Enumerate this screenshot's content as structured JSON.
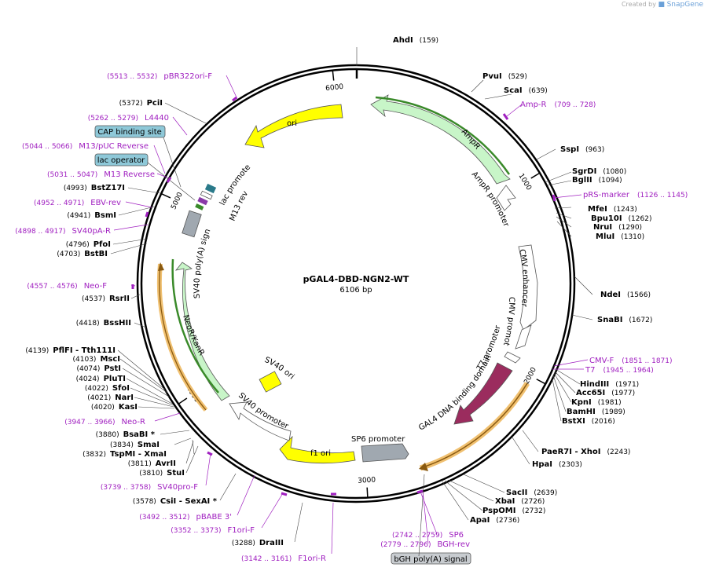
{
  "watermark": {
    "prefix": "Created by",
    "brand": "SnapGene"
  },
  "plasmid": {
    "name": "pGAL4-DBD-NGN2-WT",
    "size_label": "6106 bp",
    "length": 6106
  },
  "ticks": [
    {
      "label": "1000",
      "pos": 1000
    },
    {
      "label": "2000",
      "pos": 2000
    },
    {
      "label": "3000",
      "pos": 3000
    },
    {
      "label": "4000",
      "pos": 4000
    },
    {
      "label": "5000",
      "pos": 5000
    },
    {
      "label": "6000",
      "pos": 6000
    }
  ],
  "enzymes": [
    {
      "name": "AhdI",
      "pos": "(159)"
    },
    {
      "name": "PvuI",
      "pos": "(529)"
    },
    {
      "name": "ScaI",
      "pos": "(639)"
    },
    {
      "name": "SspI",
      "pos": "(963)"
    },
    {
      "name": "SgrDI",
      "pos": "(1080)"
    },
    {
      "name": "BglII",
      "pos": "(1094)"
    },
    {
      "name": "MfeI",
      "pos": "(1243)"
    },
    {
      "name": "Bpu10I",
      "pos": "(1262)"
    },
    {
      "name": "NruI",
      "pos": "(1290)"
    },
    {
      "name": "MluI",
      "pos": "(1310)"
    },
    {
      "name": "NdeI",
      "pos": "(1566)"
    },
    {
      "name": "SnaBI",
      "pos": "(1672)"
    },
    {
      "name": "HindIII",
      "pos": "(1971)"
    },
    {
      "name": "Acc65I",
      "pos": "(1977)"
    },
    {
      "name": "KpnI",
      "pos": "(1981)"
    },
    {
      "name": "BamHI",
      "pos": "(1989)"
    },
    {
      "name": "BstXI",
      "pos": "(2016)"
    },
    {
      "name": "PaeR7I - XhoI",
      "pos": "(2243)"
    },
    {
      "name": "HpaI",
      "pos": "(2303)"
    },
    {
      "name": "SacII",
      "pos": "(2639)"
    },
    {
      "name": "XbaI",
      "pos": "(2726)"
    },
    {
      "name": "PspOMI",
      "pos": "(2732)"
    },
    {
      "name": "ApaI",
      "pos": "(2736)"
    },
    {
      "name": "DraIII",
      "pos": "(3288)"
    },
    {
      "name": "CsiI - SexAI *",
      "pos": "(3578)"
    },
    {
      "name": "StuI",
      "pos": "(3810)"
    },
    {
      "name": "AvrII",
      "pos": "(3811)"
    },
    {
      "name": "TspMI - XmaI",
      "pos": "(3832)"
    },
    {
      "name": "SmaI",
      "pos": "(3834)"
    },
    {
      "name": "BsaBI *",
      "pos": "(3880)"
    },
    {
      "name": "KasI",
      "pos": "(4020)"
    },
    {
      "name": "NarI",
      "pos": "(4021)"
    },
    {
      "name": "SfoI",
      "pos": "(4022)"
    },
    {
      "name": "PluTI",
      "pos": "(4024)"
    },
    {
      "name": "PstI",
      "pos": "(4074)"
    },
    {
      "name": "MscI",
      "pos": "(4103)"
    },
    {
      "name": "PflFI - Tth111I",
      "pos": "(4139)"
    },
    {
      "name": "BssHII",
      "pos": "(4418)"
    },
    {
      "name": "RsrII",
      "pos": "(4537)"
    },
    {
      "name": "BstBI",
      "pos": "(4703)"
    },
    {
      "name": "PfoI",
      "pos": "(4796)"
    },
    {
      "name": "BsmI",
      "pos": "(4941)"
    },
    {
      "name": "BstZ17I",
      "pos": "(4993)"
    },
    {
      "name": "PciI",
      "pos": "(5372)"
    }
  ],
  "primers": [
    {
      "name": "Amp-R",
      "range": "(709 .. 728)"
    },
    {
      "name": "pRS-marker",
      "range": "(1126 .. 1145)"
    },
    {
      "name": "CMV-F",
      "range": "(1851 .. 1871)"
    },
    {
      "name": "T7",
      "range": "(1945 .. 1964)"
    },
    {
      "name": "SP6",
      "range": "(2742 .. 2759)"
    },
    {
      "name": "BGH-rev",
      "range": "(2779 .. 2796)"
    },
    {
      "name": "F1ori-R",
      "range": "(3142 .. 3161)"
    },
    {
      "name": "F1ori-F",
      "range": "(3352 .. 3373)"
    },
    {
      "name": "pBABE 3'",
      "range": "(3492 .. 3512)"
    },
    {
      "name": "SV40pro-F",
      "range": "(3739 .. 3758)"
    },
    {
      "name": "Neo-R",
      "range": "(3947 .. 3966)"
    },
    {
      "name": "Neo-F",
      "range": "(4557 .. 4576)"
    },
    {
      "name": "SV40pA-R",
      "range": "(4898 .. 4917)"
    },
    {
      "name": "EBV-rev",
      "range": "(4952 .. 4971)"
    },
    {
      "name": "M13 Reverse",
      "range": "(5031 .. 5047)"
    },
    {
      "name": "M13/pUC Reverse",
      "range": "(5044 .. 5066)"
    },
    {
      "name": "L4440",
      "range": "(5262 .. 5279)"
    },
    {
      "name": "pBR322ori-F",
      "range": "(5513 .. 5532)"
    }
  ],
  "boxed_features": [
    {
      "name": "CAP binding site"
    },
    {
      "name": "lac operator"
    },
    {
      "name": "bGH poly(A) signal"
    }
  ],
  "features": [
    {
      "name": "AmpR",
      "color": "#c8f5c8"
    },
    {
      "name": "AmpR promoter",
      "color": "#ffffff"
    },
    {
      "name": "ori",
      "color": "#ffff00"
    },
    {
      "name": "CMV enhancer",
      "color": "#ffffff"
    },
    {
      "name": "CMV promoter",
      "color": "#ffffff"
    },
    {
      "name": "T7 promoter",
      "color": "#ffffff"
    },
    {
      "name": "GAL4 DNA binding domain",
      "color": "#9b2c5e"
    },
    {
      "name": "SP6 promoter",
      "color": "#a0a8b0"
    },
    {
      "name": "f1 ori",
      "color": "#ffff00"
    },
    {
      "name": "SV40 promoter",
      "color": "#ffffff"
    },
    {
      "name": "SV40 ori",
      "color": "#ffff00"
    },
    {
      "name": "NeoR/KanR",
      "color": "#c8f5c8"
    },
    {
      "name": "SV40 poly(A) signal",
      "color": "#a0a8b0"
    },
    {
      "name": "lac promoter",
      "color": "#ffffff"
    },
    {
      "name": "M13 rev",
      "color": "#ffffff"
    }
  ],
  "colors": {
    "primer": "#a020c0",
    "orf_highlight": "#f0c070",
    "boxed_feature_fill": "#8ec8d8"
  }
}
